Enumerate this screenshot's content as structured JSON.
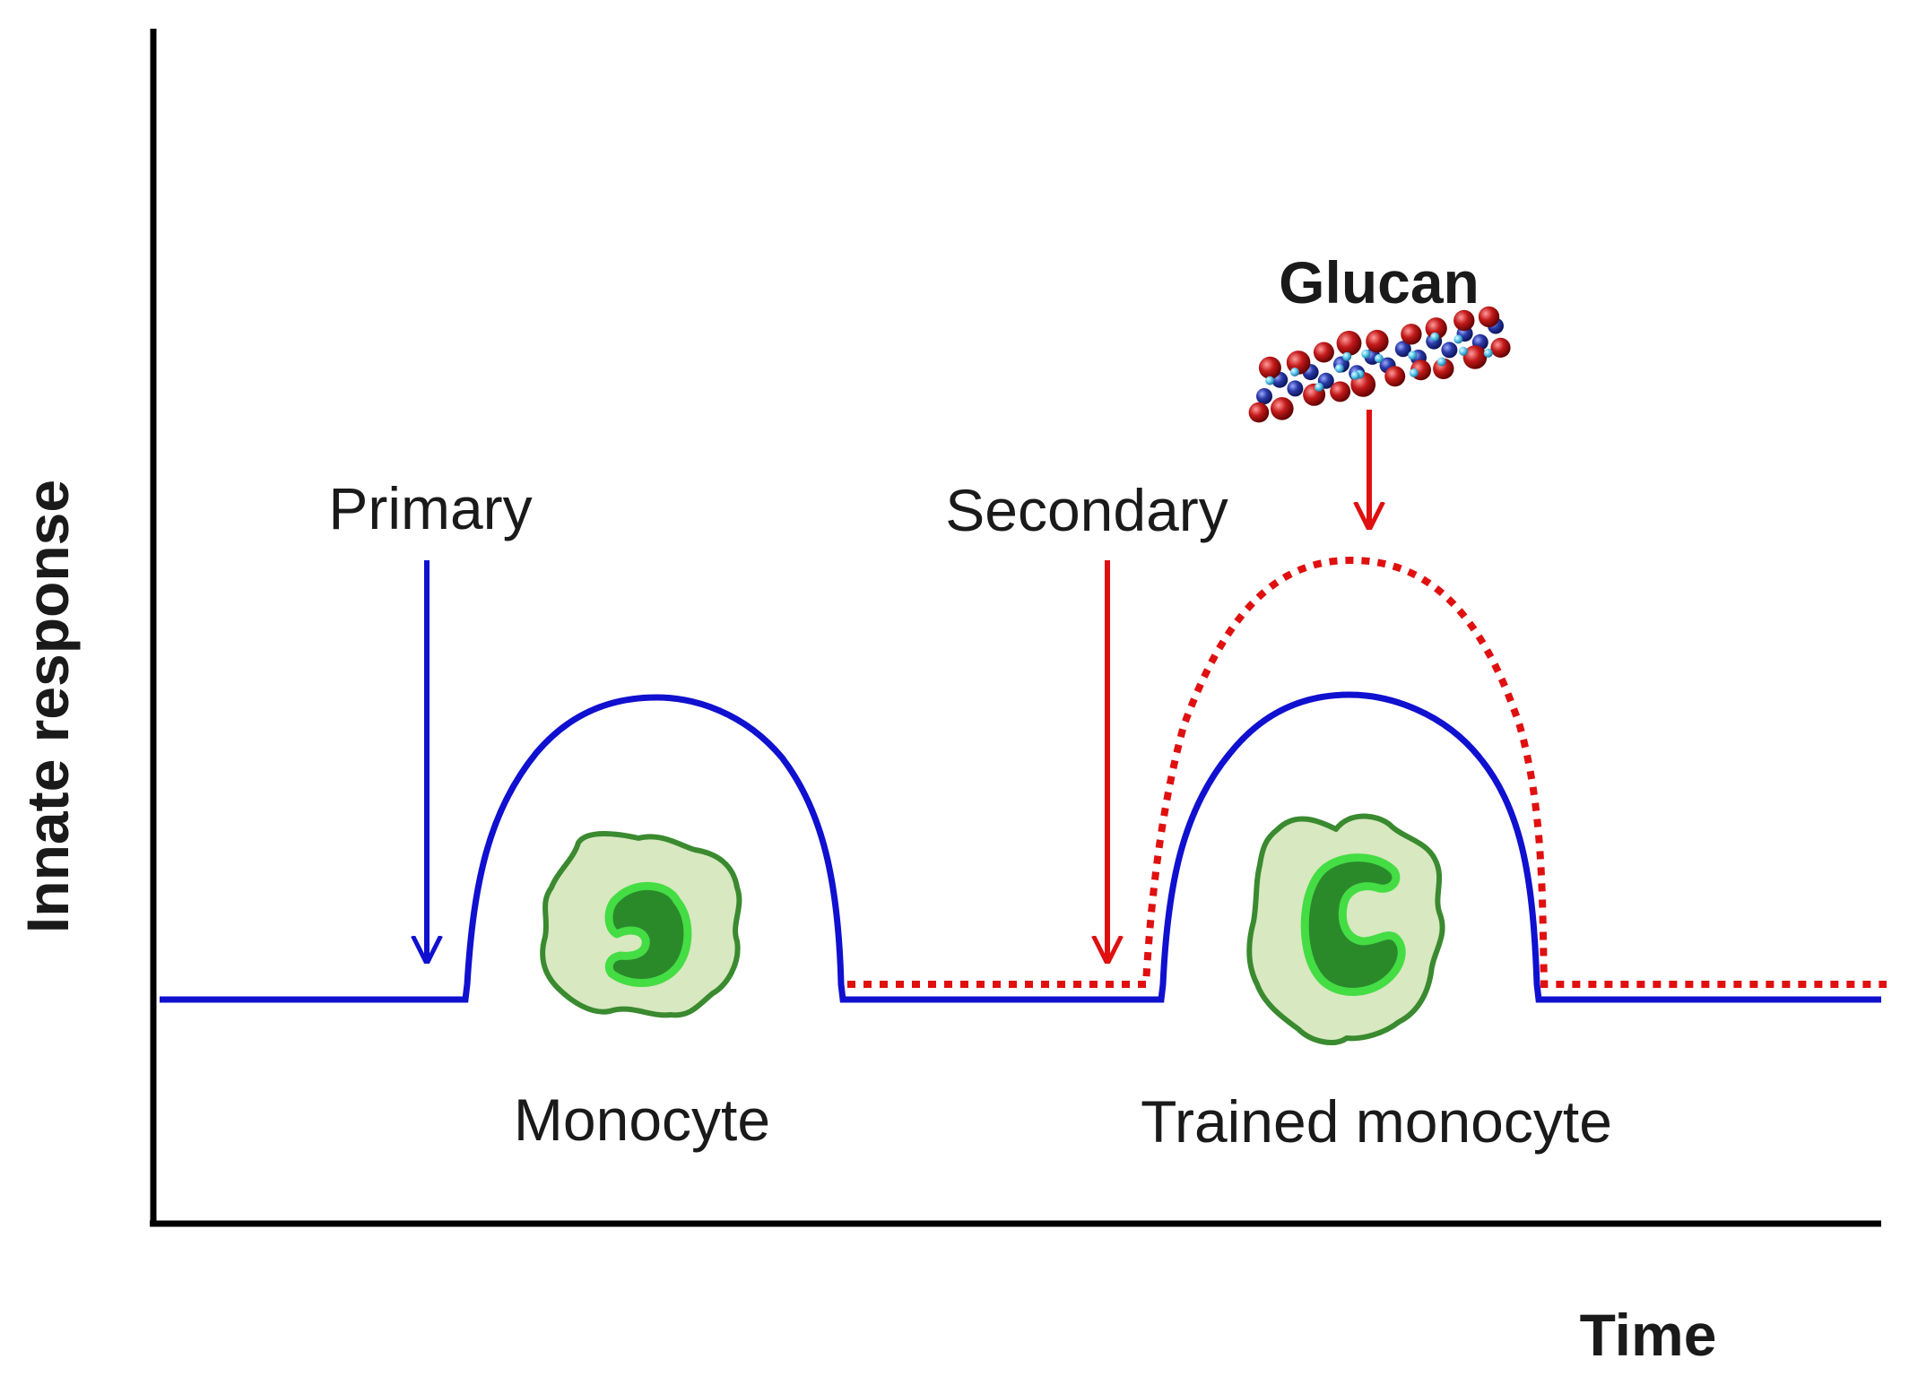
{
  "axes": {
    "y_label": "Innate response",
    "x_label": "Time"
  },
  "stimuli": {
    "primary": "Primary",
    "secondary": "Secondary",
    "glucan": "Glucan"
  },
  "cells": {
    "monocyte": "Monocyte",
    "trained_monocyte": "Trained monocyte"
  },
  "colors": {
    "baseline_response": "#1010d0",
    "trained_response": "#e01010",
    "cell_body": "#d8e8c0",
    "cell_outline": "#3a8a30",
    "cell_nucleus": "#2a8a2a",
    "cell_nucleus_rim": "#44dd44",
    "molecule_oxygen": "#c41a1a",
    "molecule_carbon": "#2a3aa8",
    "molecule_hydrogen": "#5ac8f0"
  }
}
